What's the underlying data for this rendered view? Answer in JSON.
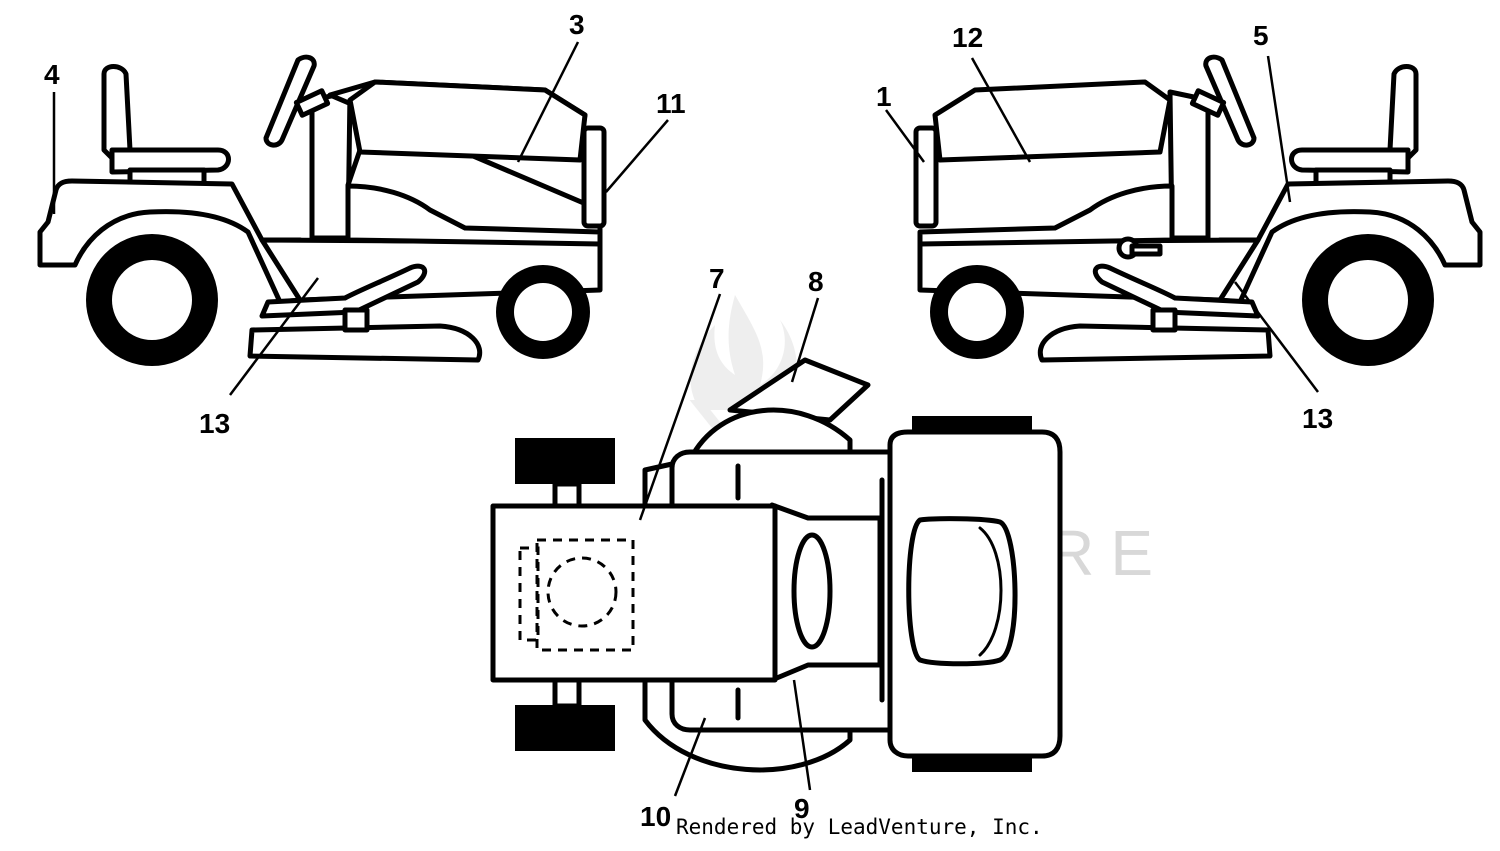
{
  "callouts": {
    "c1": "1",
    "c3": "3",
    "c4": "4",
    "c5": "5",
    "c7": "7",
    "c8": "8",
    "c9": "9",
    "c10": "10",
    "c11": "11",
    "c12": "12",
    "c13_left": "13",
    "c13_right": "13"
  },
  "watermark": "LEADVENTURE",
  "credit": "Rendered by LeadVenture, Inc.",
  "colors": {
    "line": "#000000",
    "background": "#ffffff",
    "watermark": "#d8d8d8"
  }
}
